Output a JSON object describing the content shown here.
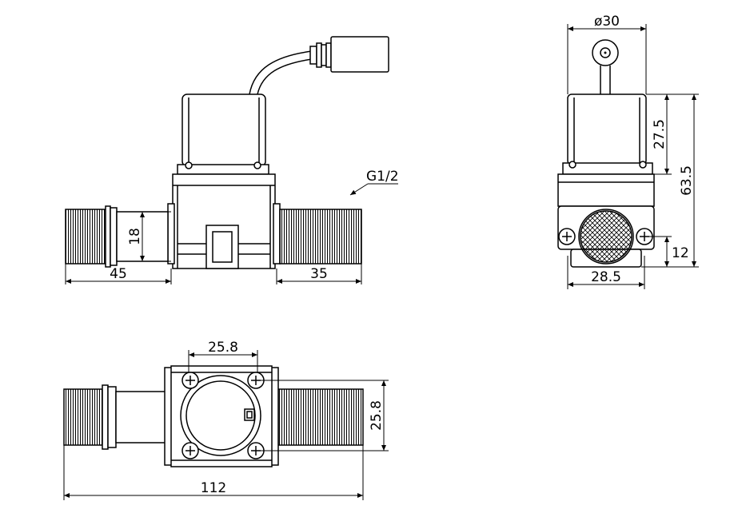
{
  "labels": {
    "thread": "G1/2",
    "dia": "ø30",
    "d27_5": "27.5",
    "d63_5": "63.5",
    "d12": "12",
    "d28_5": "28.5",
    "d18": "18",
    "d45": "45",
    "d35": "35",
    "d25_8_top": "25.8",
    "d25_8_side": "25.8",
    "d112": "112"
  }
}
